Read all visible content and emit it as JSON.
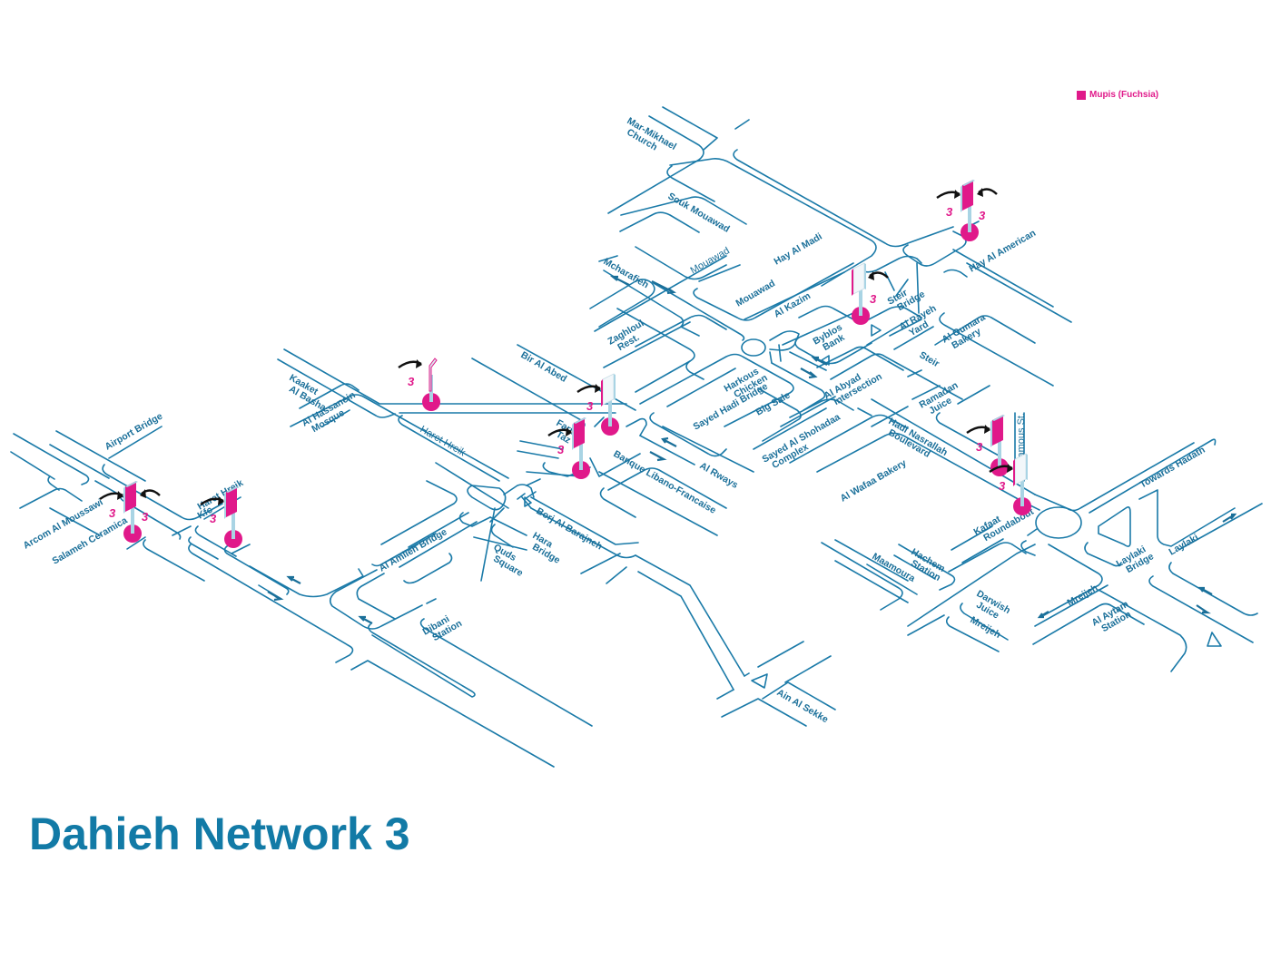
{
  "title": "Dahieh Network 3",
  "legend": {
    "label": "Mupis (Fuchsia)",
    "color": "#e0198a"
  },
  "colors": {
    "road": "#1a7aa8",
    "label": "#1a6f99",
    "marker": "#e0198a",
    "title": "#127aa6"
  },
  "network_number": "3",
  "labels": [
    {
      "id": "mar-mikhael-church",
      "lines": [
        "Mar-Mikhael",
        "Church"
      ]
    },
    {
      "id": "souk-mouawad",
      "lines": [
        "Souk Mouawad"
      ]
    },
    {
      "id": "hay-al-madi",
      "lines": [
        "Hay Al Madi"
      ]
    },
    {
      "id": "mcharafieh",
      "lines": [
        "Mcharafieh"
      ]
    },
    {
      "id": "mouawad-1",
      "lines": [
        "Mouawad"
      ]
    },
    {
      "id": "mouawad-2",
      "lines": [
        "Mouawad"
      ]
    },
    {
      "id": "al-kazim",
      "lines": [
        "Al Kazim"
      ]
    },
    {
      "id": "hay-al-american",
      "lines": [
        "Hay Al American"
      ]
    },
    {
      "id": "steir-bridge",
      "lines": [
        "Steir",
        "Bridge"
      ]
    },
    {
      "id": "byblos-bank",
      "lines": [
        "Byblos",
        "Bank"
      ]
    },
    {
      "id": "al-rayeh-yard",
      "lines": [
        "Al Rayeh",
        "Yard"
      ]
    },
    {
      "id": "al-oumara-bakery",
      "lines": [
        "Al Oumara",
        "Bakery"
      ]
    },
    {
      "id": "steir",
      "lines": [
        "Steir"
      ]
    },
    {
      "id": "zaghloul-rest",
      "lines": [
        "Zaghloul",
        "Rest."
      ]
    },
    {
      "id": "harkous-chicken",
      "lines": [
        "Harkous",
        "Chicken"
      ]
    },
    {
      "id": "sayed-hadi-bridge",
      "lines": [
        "Sayed Hadi Bridge"
      ]
    },
    {
      "id": "big-sale",
      "lines": [
        "Big Sale"
      ]
    },
    {
      "id": "al-abyad-intersection",
      "lines": [
        "Al Abyad",
        "Intersection"
      ]
    },
    {
      "id": "sayed-al-shohadaa-complex",
      "lines": [
        "Sayed Al Shohadaa",
        "Complex"
      ]
    },
    {
      "id": "ramadan-juice",
      "lines": [
        "Ramadan",
        "Juice"
      ]
    },
    {
      "id": "hadi-nasrallah-boulevard",
      "lines": [
        "Hadi Nasrallah",
        "Boulevard"
      ]
    },
    {
      "id": "jamous-st",
      "lines": [
        "Jamous St."
      ]
    },
    {
      "id": "al-wafaa-bakery",
      "lines": [
        "Al Wafaa Bakery"
      ]
    },
    {
      "id": "kafaat-roundabout",
      "lines": [
        "Kafaat",
        "Roundabout"
      ]
    },
    {
      "id": "hachem-station",
      "lines": [
        "Hachem",
        "Station"
      ]
    },
    {
      "id": "maamoura",
      "lines": [
        "Maamoura"
      ]
    },
    {
      "id": "darwish-juice",
      "lines": [
        "Darwish",
        "Juice"
      ]
    },
    {
      "id": "mreijeh-1",
      "lines": [
        "Mreijeh"
      ]
    },
    {
      "id": "mreijeh-2",
      "lines": [
        "Mreijeh"
      ]
    },
    {
      "id": "al-aytam-station",
      "lines": [
        "Al Aytam",
        "Station"
      ]
    },
    {
      "id": "laylaki-bridge",
      "lines": [
        "Laylaki",
        "Bridge"
      ]
    },
    {
      "id": "laylaki",
      "lines": [
        "Laylaki"
      ]
    },
    {
      "id": "towards-hadath",
      "lines": [
        "Towards  Hadath"
      ]
    },
    {
      "id": "bir-al-abed",
      "lines": [
        "Bir Al Abed"
      ]
    },
    {
      "id": "kaaket-al-basha",
      "lines": [
        "Kaaket",
        "Al Basha"
      ]
    },
    {
      "id": "al-hassanein-mosque",
      "lines": [
        "Al Hassanein",
        "Mosque"
      ]
    },
    {
      "id": "haret-hreik-1",
      "lines": [
        "Haret Hreik"
      ]
    },
    {
      "id": "farrol-taz",
      "lines": [
        "Farrol",
        "Taz"
      ]
    },
    {
      "id": "banque-libano-francaise",
      "lines": [
        "Banque Libano-Francaise"
      ]
    },
    {
      "id": "al-rways",
      "lines": [
        "Al Rways"
      ]
    },
    {
      "id": "borj-al-barajneh",
      "lines": [
        "Borj Al Barajneh"
      ]
    },
    {
      "id": "hara-bridge",
      "lines": [
        "Hara",
        "Bridge"
      ]
    },
    {
      "id": "quds-square",
      "lines": [
        "Quds",
        "Square"
      ]
    },
    {
      "id": "al-amlieh-bridge",
      "lines": [
        "Al Amlieh Bridge"
      ]
    },
    {
      "id": "dibani-station",
      "lines": [
        "Dibani",
        "Station"
      ]
    },
    {
      "id": "ain-al-sekke",
      "lines": [
        "Ain Al Sekke"
      ]
    },
    {
      "id": "airport-bridge",
      "lines": [
        "Airport Bridge"
      ]
    },
    {
      "id": "arcom-al-moussawi",
      "lines": [
        "Arcom Al Moussawi"
      ]
    },
    {
      "id": "salameh-ceramica",
      "lines": [
        "Salameh Ceramica"
      ]
    },
    {
      "id": "haret-hreik-2",
      "lines": [
        "Haret Hreik"
      ]
    },
    {
      "id": "kfc",
      "lines": [
        "Kfc"
      ]
    }
  ],
  "mupis": [
    {
      "id": "mupi-airport-bridge",
      "location": "Airport Bridge",
      "faces": 2
    },
    {
      "id": "mupi-haret-hreik-kfc",
      "location": "Haret Hreik Kfc",
      "faces": 1
    },
    {
      "id": "mupi-kaaket-al-basha",
      "location": "Haret Hreik",
      "faces": 1
    },
    {
      "id": "mupi-farrol-taz",
      "location": "Farrol Taz",
      "faces": 1
    },
    {
      "id": "mupi-bir-al-abed",
      "location": "Bir Al Abed",
      "faces": 1
    },
    {
      "id": "mupi-steir-bridge",
      "location": "Steir Bridge",
      "faces": 1
    },
    {
      "id": "mupi-hay-al-american",
      "location": "Hay Al American",
      "faces": 2
    },
    {
      "id": "mupi-jamous-1",
      "location": "Jamous St.",
      "faces": 1
    },
    {
      "id": "mupi-jamous-2",
      "location": "Kafaat Roundabout",
      "faces": 1
    }
  ]
}
